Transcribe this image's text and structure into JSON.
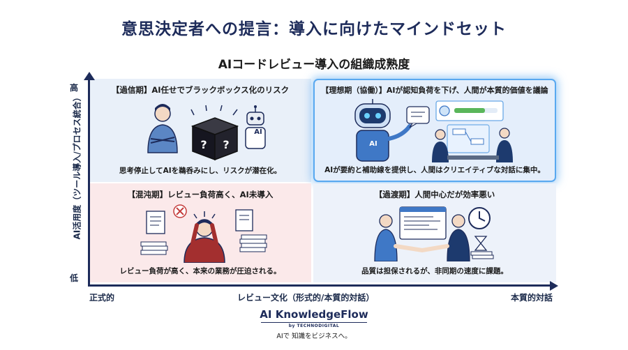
{
  "title": "意思決定者への提言：導入に向けたマインドセット",
  "subtitle": "AIコードレビュー導入の組織成熟度",
  "axes": {
    "y_high": "高",
    "y_low": "低",
    "y_label": "AI活用度（ツール導入/プロセス統合）",
    "x_left": "正式的",
    "x_center": "レビュー文化（形式的/本質的対話）",
    "x_right": "本質的対話"
  },
  "quadrants": {
    "top_left": {
      "heading": "【過信期】AI任せでブラックボックス化のリスク",
      "caption": "思考停止してAIを鵜呑みにし、リスクが潜在化。",
      "badge": "AI"
    },
    "top_right": {
      "heading": "【理想期（協働）】AIが認知負荷を下げ、人間が本質的価値を議論",
      "caption": "AIが要約と補助線を提供し、人間はクリエイティブな対話に集中。",
      "badge": "AI"
    },
    "bottom_left": {
      "heading": "【混沌期】レビュー負荷高く、AI未導入",
      "caption": "レビュー負荷が高く、本来の業務が圧迫される。"
    },
    "bottom_right": {
      "heading": "【過渡期】人間中心だが効率悪い",
      "caption": "品質は担保されるが、非同期の速度に課題。"
    }
  },
  "logo": {
    "name": "AI KnowledgeFlow",
    "by": "by TECHNODIGITAL",
    "tagline": "AIで 知識をビジネスへ。"
  },
  "colors": {
    "navy": "#1d2b5a",
    "highlight": "#58a8f0",
    "q_overtrust": "#e9f0f9",
    "q_chaos": "#fbe9ea"
  }
}
